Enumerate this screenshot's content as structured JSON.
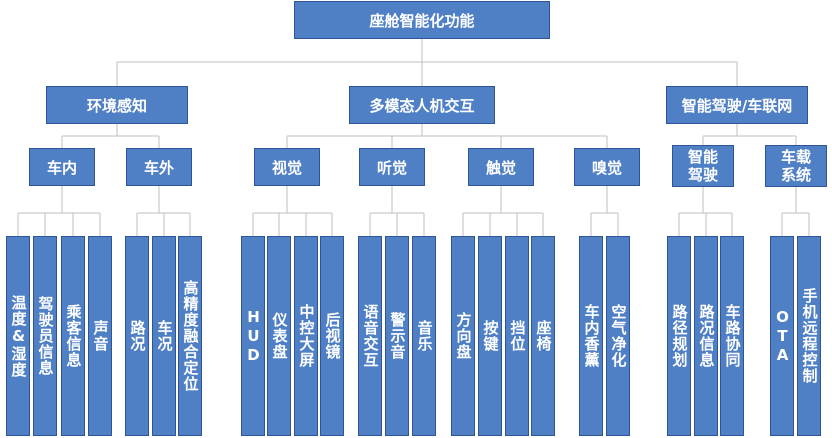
{
  "root": {
    "label": "座舱智能化功能"
  },
  "groups": [
    {
      "label": "环境感知",
      "subs": [
        {
          "label": "车内",
          "leaves": [
            "温度&湿度",
            "驾驶员信息",
            "乘客信息",
            "声音"
          ]
        },
        {
          "label": "车外",
          "leaves": [
            "路况",
            "车况",
            "高精度融合定位"
          ]
        }
      ]
    },
    {
      "label": "多模态人机交互",
      "subs": [
        {
          "label": "视觉",
          "leaves": [
            "HUD",
            "仪表盘",
            "中控大屏",
            "后视镜"
          ]
        },
        {
          "label": "听觉",
          "leaves": [
            "语音交互",
            "警示音",
            "音乐"
          ]
        },
        {
          "label": "触觉",
          "leaves": [
            "方向盘",
            "按键",
            "挡位",
            "座椅"
          ]
        },
        {
          "label": "嗅觉",
          "leaves": [
            "车内香薰",
            "空气净化"
          ]
        }
      ]
    },
    {
      "label": "智能驾驶/车联网",
      "subs": [
        {
          "label": "智能驾驶",
          "leaves": [
            "路径规划",
            "路况信息",
            "车路协同"
          ]
        },
        {
          "label": "车载系统",
          "leaves": [
            "OTA",
            "手机远程控制"
          ]
        }
      ]
    }
  ],
  "style": {
    "fill": "#4f7fc5",
    "border": "#2f5597",
    "text": "#ffffff",
    "connector": "#bfbfbf"
  }
}
